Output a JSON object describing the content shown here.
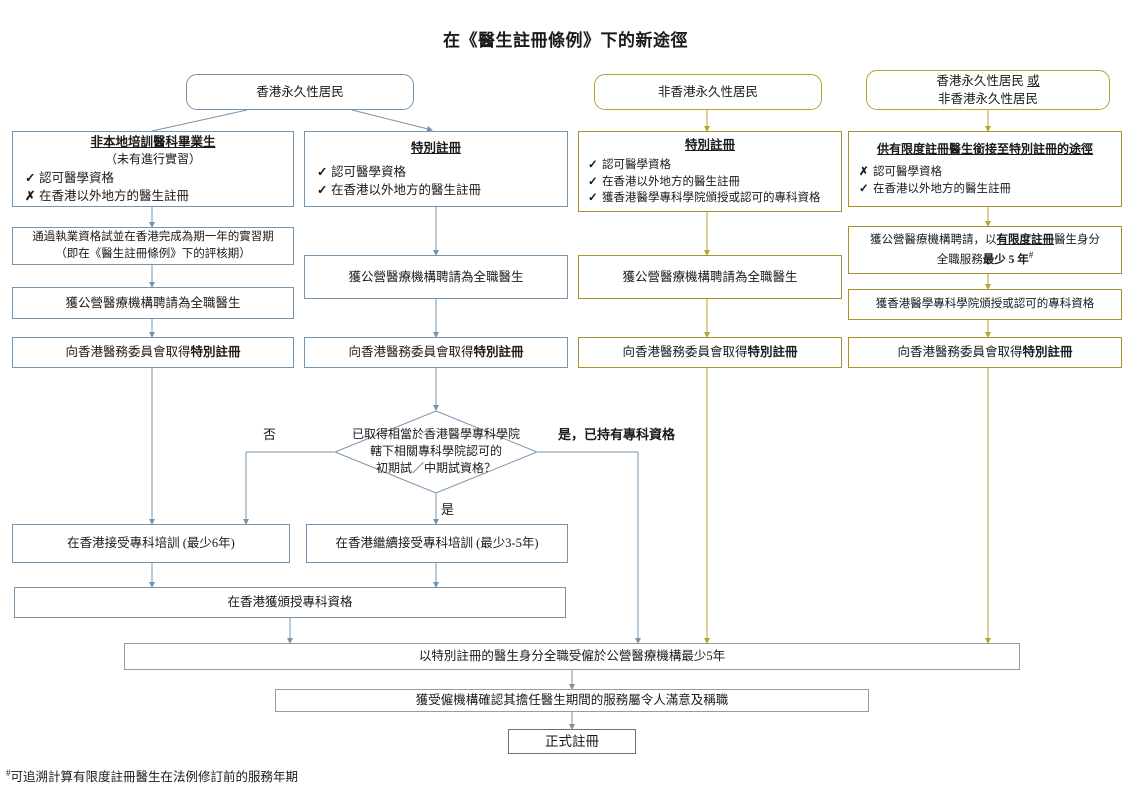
{
  "title": "在《醫生註冊條例》下的新途徑",
  "footnote": "可追溯計算有限度註冊醫生在法例修訂前的服務年期",
  "footnote_marker": "#",
  "colors": {
    "blue_border": "#7694ad",
    "olive_border": "#a6932f",
    "gray_border": "#9b9b9b",
    "dark_gray_border": "#6f6f6f",
    "text": "#1a1a1a",
    "background": "#ffffff"
  },
  "columns": [
    {
      "id": "col1",
      "color": "blue",
      "header": "香港永久性居民"
    },
    {
      "id": "col2",
      "color": "blue",
      "header": "香港永久性居民"
    },
    {
      "id": "col3",
      "color": "olive",
      "header": "非香港永久性居民"
    },
    {
      "id": "col4",
      "color": "olive",
      "header": "香港永久性居民 或\n非香港永久性居民"
    }
  ],
  "headers": {
    "hk_permanent_resident": "香港永久性居民",
    "non_hk_permanent_resident": "非香港永久性居民",
    "either_line1": "香港永久性居民",
    "either_or": "或",
    "either_line2": "非香港永久性居民"
  },
  "criteria_boxes": [
    {
      "name": "non-locally-trained-graduate",
      "title": "非本地培訓醫科畢業生",
      "subtitle": "（未有進行實習）",
      "items": [
        {
          "mark": "✓",
          "text": "認可醫學資格"
        },
        {
          "mark": "✗",
          "text": "在香港以外地方的醫生註冊"
        }
      ]
    },
    {
      "name": "special-registration-col2",
      "title": "特別註冊",
      "subtitle": "",
      "items": [
        {
          "mark": "✓",
          "text": "認可醫學資格"
        },
        {
          "mark": "✓",
          "text": "在香港以外地方的醫生註冊"
        }
      ]
    },
    {
      "name": "special-registration-col3",
      "title": "特別註冊",
      "subtitle": "",
      "items": [
        {
          "mark": "✓",
          "text": "認可醫學資格"
        },
        {
          "mark": "✓",
          "text": "在香港以外地方的醫生註冊"
        },
        {
          "mark": "✓",
          "text": "獲香港醫學專科學院頒授或認可的專科資格"
        }
      ]
    },
    {
      "name": "limited-to-special-pathway",
      "title": "供有限度註冊醫生銜接至特別註冊的途徑",
      "subtitle": "",
      "items": [
        {
          "mark": "✗",
          "text": "認可醫學資格"
        },
        {
          "mark": "✓",
          "text": "在香港以外地方的醫生註冊"
        }
      ]
    }
  ],
  "steps": {
    "licensing_exam_line1": "通過執業資格試並在香港完成為期一年的實習期",
    "licensing_exam_line2": "（即在《醫生註冊條例》下的評核期）",
    "employed_fulltime": "獲公營醫療機構聘請為全職醫生",
    "obtain_special_reg_prefix": "向香港醫務委員會取得",
    "obtain_special_reg_bold": "特別註冊",
    "limited_reg_line1_a": "獲公營醫療機構聘請，以",
    "limited_reg_line1_b": "有限度註冊",
    "limited_reg_line1_c": "醫生身分",
    "limited_reg_line2_a": "全職服務",
    "limited_reg_line2_b": "最少 5 年",
    "limited_reg_line2_sup": "#",
    "specialist_qual_hkam": "獲香港醫學專科學院頒授或認可的專科資格"
  },
  "decision": {
    "line1": "已取得相當於香港醫學專科學院",
    "line2": "轄下相關專科學院認可的",
    "line3": "初期試／中期試資格？",
    "label_no": "否",
    "label_yes": "是",
    "label_yes_has_specialist": "是，已持有專科資格"
  },
  "training": {
    "train_hk_6yr": "在香港接受專科培訓 (最少6年)",
    "train_hk_continue": "在香港繼續接受專科培訓 (最少3-5年)",
    "award_specialist_hk": "在香港獲頒授專科資格"
  },
  "bottom": {
    "serve_5_years": "以特別註冊的醫生身分全職受僱於公營醫療機構最少5年",
    "employer_confirms": "獲受僱機構確認其擔任醫生期間的服務屬令人滿意及稱職",
    "full_registration": "正式註冊"
  }
}
